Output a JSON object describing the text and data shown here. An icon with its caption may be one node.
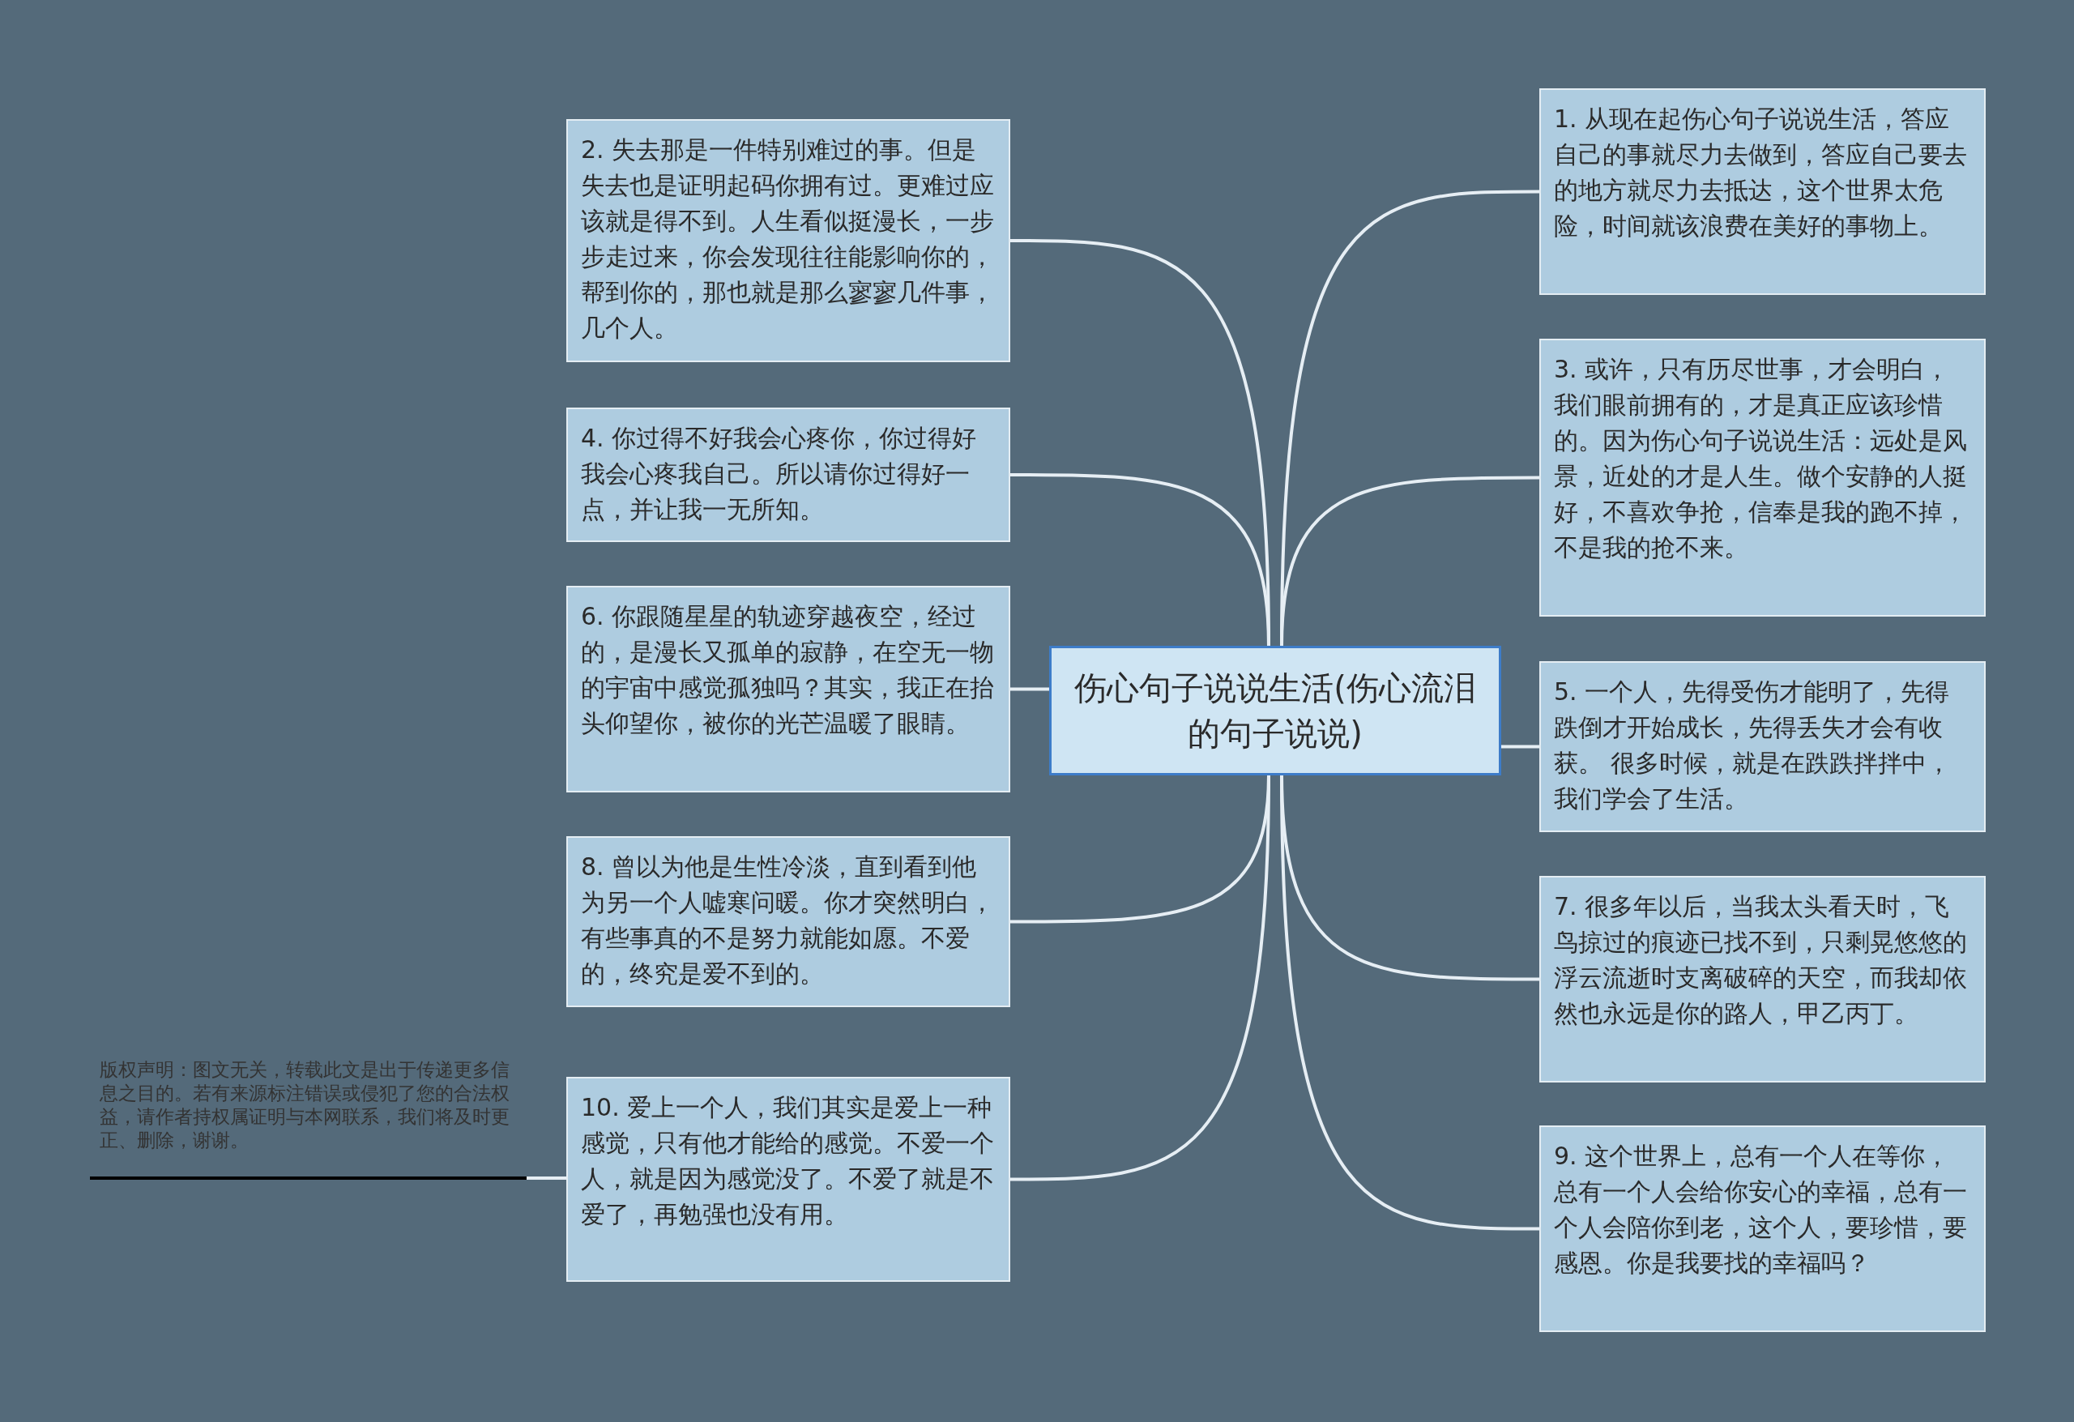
{
  "diagram": {
    "nodes": [
      {
        "text": [
          "伤心句子说说生活(伤心流泪的句子说说)"
        ]
      },
      {
        "text": [
          "1. 从现在起伤心句子说说生活，答应自己的事就尽力去做到，答应自己要去的地方就尽力去抵达，这个世界太危险，时间就该浪费在美好的事物上。"
        ]
      },
      {
        "text": [
          "2. 失去那是一件特别难过的事。但是失去也是证明起码你拥有过。更难过应该就是得不到。人生看似挺漫长，一步步走过来，你会发现往往能影响你的，帮到你的，那也就是那么寥寥几件事，几个人。"
        ]
      },
      {
        "text": [
          "3. 或许，只有历尽世事，才会明白，我们眼前拥有的，才是真正应该珍惜的。因为伤心句子说说生活：远处是风景，近处的才是人生。做个安静的人挺好，不喜欢争抢，信奉是我的跑不掉，不是我的抢不来。"
        ]
      },
      {
        "text": [
          "4. 你过得不好我会心疼你，你过得好我会心疼我自己。所以请你过得好一点，并让我一无所知。"
        ]
      },
      {
        "text": [
          "5. 一个人，先得受伤才能明了，先得跌倒才开始成长，先得丢失才会有收获。 很多时候，就是在跌跌拌拌中，我们学会了生活。"
        ]
      },
      {
        "text": [
          "6. 你跟随星星的轨迹穿越夜空，经过的，是漫长又孤单的寂静，在空无一物的宇宙中感觉孤独吗？其实，我正在抬头仰望你，被你的光芒温暖了眼睛。"
        ]
      },
      {
        "text": [
          "7. 很多年以后，当我太头看天时，飞鸟掠过的痕迹已找不到，只剩晃悠悠的浮云流逝时支离破碎的天空，而我却依然也永远是你的路人，甲乙丙丁。"
        ]
      },
      {
        "text": [
          "8. 曾以为他是生性冷淡，直到看到他为另一个人嘘寒问暖。你才突然明白，有些事真的不是努力就能如愿。不爱的，终究是爱不到的。"
        ]
      },
      {
        "text": [
          "9. 这个世界上，总有一个人在等你，总有一个人会给你安心的幸福，总有一个人会陪你到老，这个人，要珍惜，要感恩。你是我要找的幸福吗？"
        ]
      },
      {
        "text": [
          "10. 爱上一个人，我们其实是爱上一种感觉，只有他才能给的感觉。不爱一个人，就是因为感觉没了。不爱了就是不爱了，再勉强也没有用。"
        ]
      },
      {
        "text": [
          "版权声明：图文无关，转载此文是出于传递更多信息之目的。若有来源标注错误或侵犯了您的合法权益，请作者持权属证明与本网联系，我们将及时更正、删除，谢谢。"
        ]
      }
    ],
    "edges": [
      {
        "from": 0,
        "to": 1,
        "arrow": "none"
      },
      {
        "from": 0,
        "to": 2,
        "arrow": "none"
      },
      {
        "from": 0,
        "to": 3,
        "arrow": "none"
      },
      {
        "from": 0,
        "to": 4,
        "arrow": "none"
      },
      {
        "from": 0,
        "to": 5,
        "arrow": "none"
      },
      {
        "from": 0,
        "to": 6,
        "arrow": "none"
      },
      {
        "from": 0,
        "to": 7,
        "arrow": "none"
      },
      {
        "from": 0,
        "to": 8,
        "arrow": "none"
      },
      {
        "from": 0,
        "to": 9,
        "arrow": "none"
      },
      {
        "from": 0,
        "to": 10,
        "arrow": "none"
      },
      {
        "from": 10,
        "to": 11,
        "arrow": "none"
      }
    ]
  }
}
